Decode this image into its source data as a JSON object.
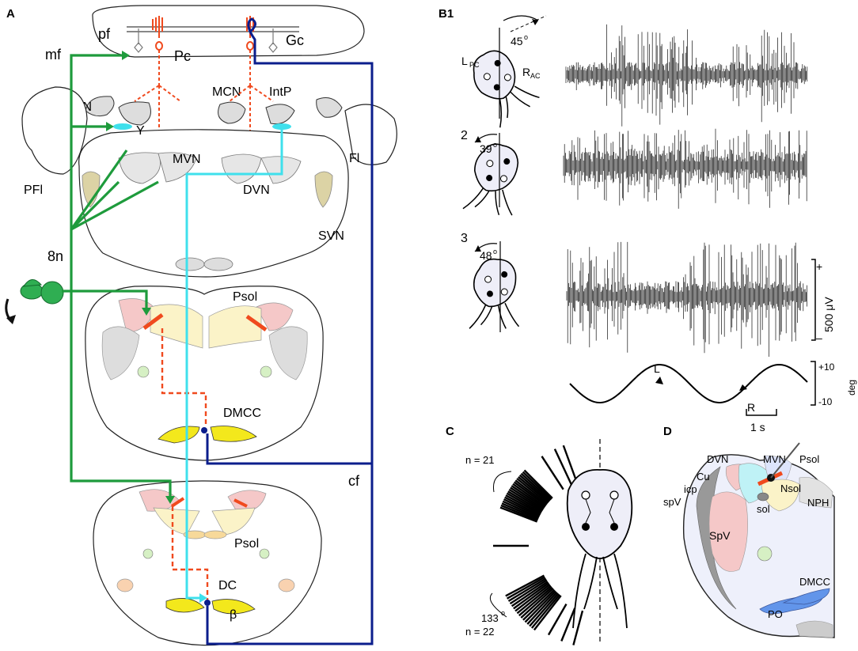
{
  "panels": {
    "A": "A",
    "B1": "B1",
    "C": "C",
    "D": "D"
  },
  "panelA": {
    "pf": "pf",
    "Pc": "Pc",
    "Gc": "Gc",
    "mf": "mf",
    "LCN": "LCN",
    "MCN": "MCN",
    "IntP": "IntP",
    "Y": "Y",
    "MVN": "MVN",
    "Fl": "Fl",
    "PFl": "PFl",
    "DVN": "DVN",
    "SVN": "SVN",
    "n8": "8n",
    "Psol_upper": "Psol",
    "DMCC": "DMCC",
    "cf": "cf",
    "Psol_lower": "Psol",
    "DC": "DC",
    "beta": "β"
  },
  "panelB1": {
    "rows": [
      {
        "number": "",
        "angle": "45",
        "labels": [
          "L",
          "PC",
          "R",
          "AC"
        ]
      },
      {
        "number": "2",
        "angle": "39"
      },
      {
        "number": "3",
        "angle": "48"
      }
    ],
    "degree_symbol": "o",
    "scale_plus": "+",
    "scale_minus": "–",
    "scale_value": "500 μV",
    "stim_L": "L",
    "stim_R": "R",
    "deg_top": "+10",
    "deg_bottom": "-10",
    "deg_unit": "deg",
    "time_scale": "1 s"
  },
  "panelC": {
    "n_top": "n = 21",
    "n_bottom": "n = 22",
    "angle_label": "133",
    "degree_symbol": "o"
  },
  "panelD": {
    "DVN": "DVN",
    "MVN": "MVN",
    "Psol": "Psol",
    "Cu": "Cu",
    "icp": "icp",
    "spV": "spV",
    "Nsol": "Nsol",
    "NPH": "NPH",
    "sol": "sol",
    "SpV": "SpV",
    "DMCC": "DMCC",
    "PO": "PO"
  },
  "colors": {
    "green_mossy": "#1e9b3c",
    "cyan_path": "#3fe0ec",
    "navy_cf": "#0b1e8c",
    "red_purkinje": "#f04a1e",
    "yellow_dmcc": "#f3e81c",
    "blue_po": "#4a86e8"
  }
}
